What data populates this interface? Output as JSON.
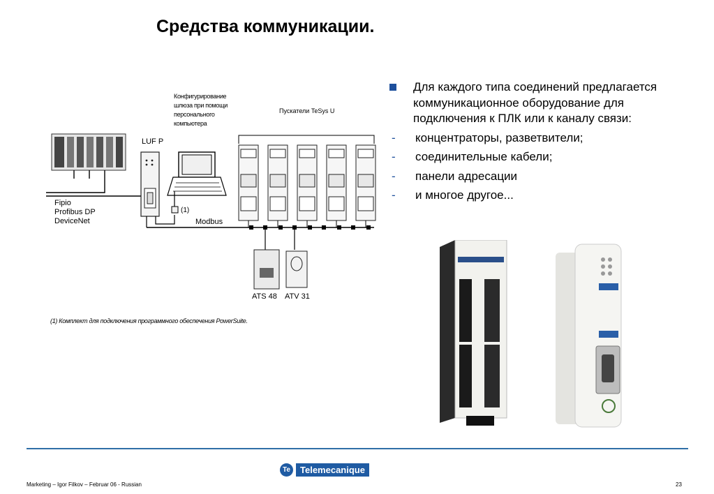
{
  "title": "Средства коммуникации.",
  "bullets": {
    "main": "Для каждого типа соединений предлагается коммуникационное оборудование для подключения к ПЛК или к каналу связи:",
    "items": [
      "концентраторы, разветвители;",
      "соединительные кабели;",
      "панели адресации",
      "и многое другое..."
    ]
  },
  "diagram": {
    "config_label": [
      "Конфигурирование",
      "шлюза при помощи",
      "персонального",
      "компьютера"
    ],
    "starters_label": "Пускатели TeSys U",
    "gateway_label": "LUF P",
    "fieldbus_labels": [
      "Fipio",
      "Profibus DP",
      "DeviceNet"
    ],
    "kit_marker": "(1)",
    "modbus_label": "Modbus",
    "ats_label": "ATS 48",
    "atv_label": "ATV 31",
    "footnote": "(1) Комплект для подключения программного обеспечения PowerSuite."
  },
  "logo": {
    "text": "Telemecanique"
  },
  "footer": {
    "text": "Marketing – Igor Filkov – Februar 06 - Russian",
    "page": "23"
  },
  "colors": {
    "accent": "#1d4f9c",
    "rule": "#2f6fa7",
    "logo": "#1f5ba3"
  }
}
